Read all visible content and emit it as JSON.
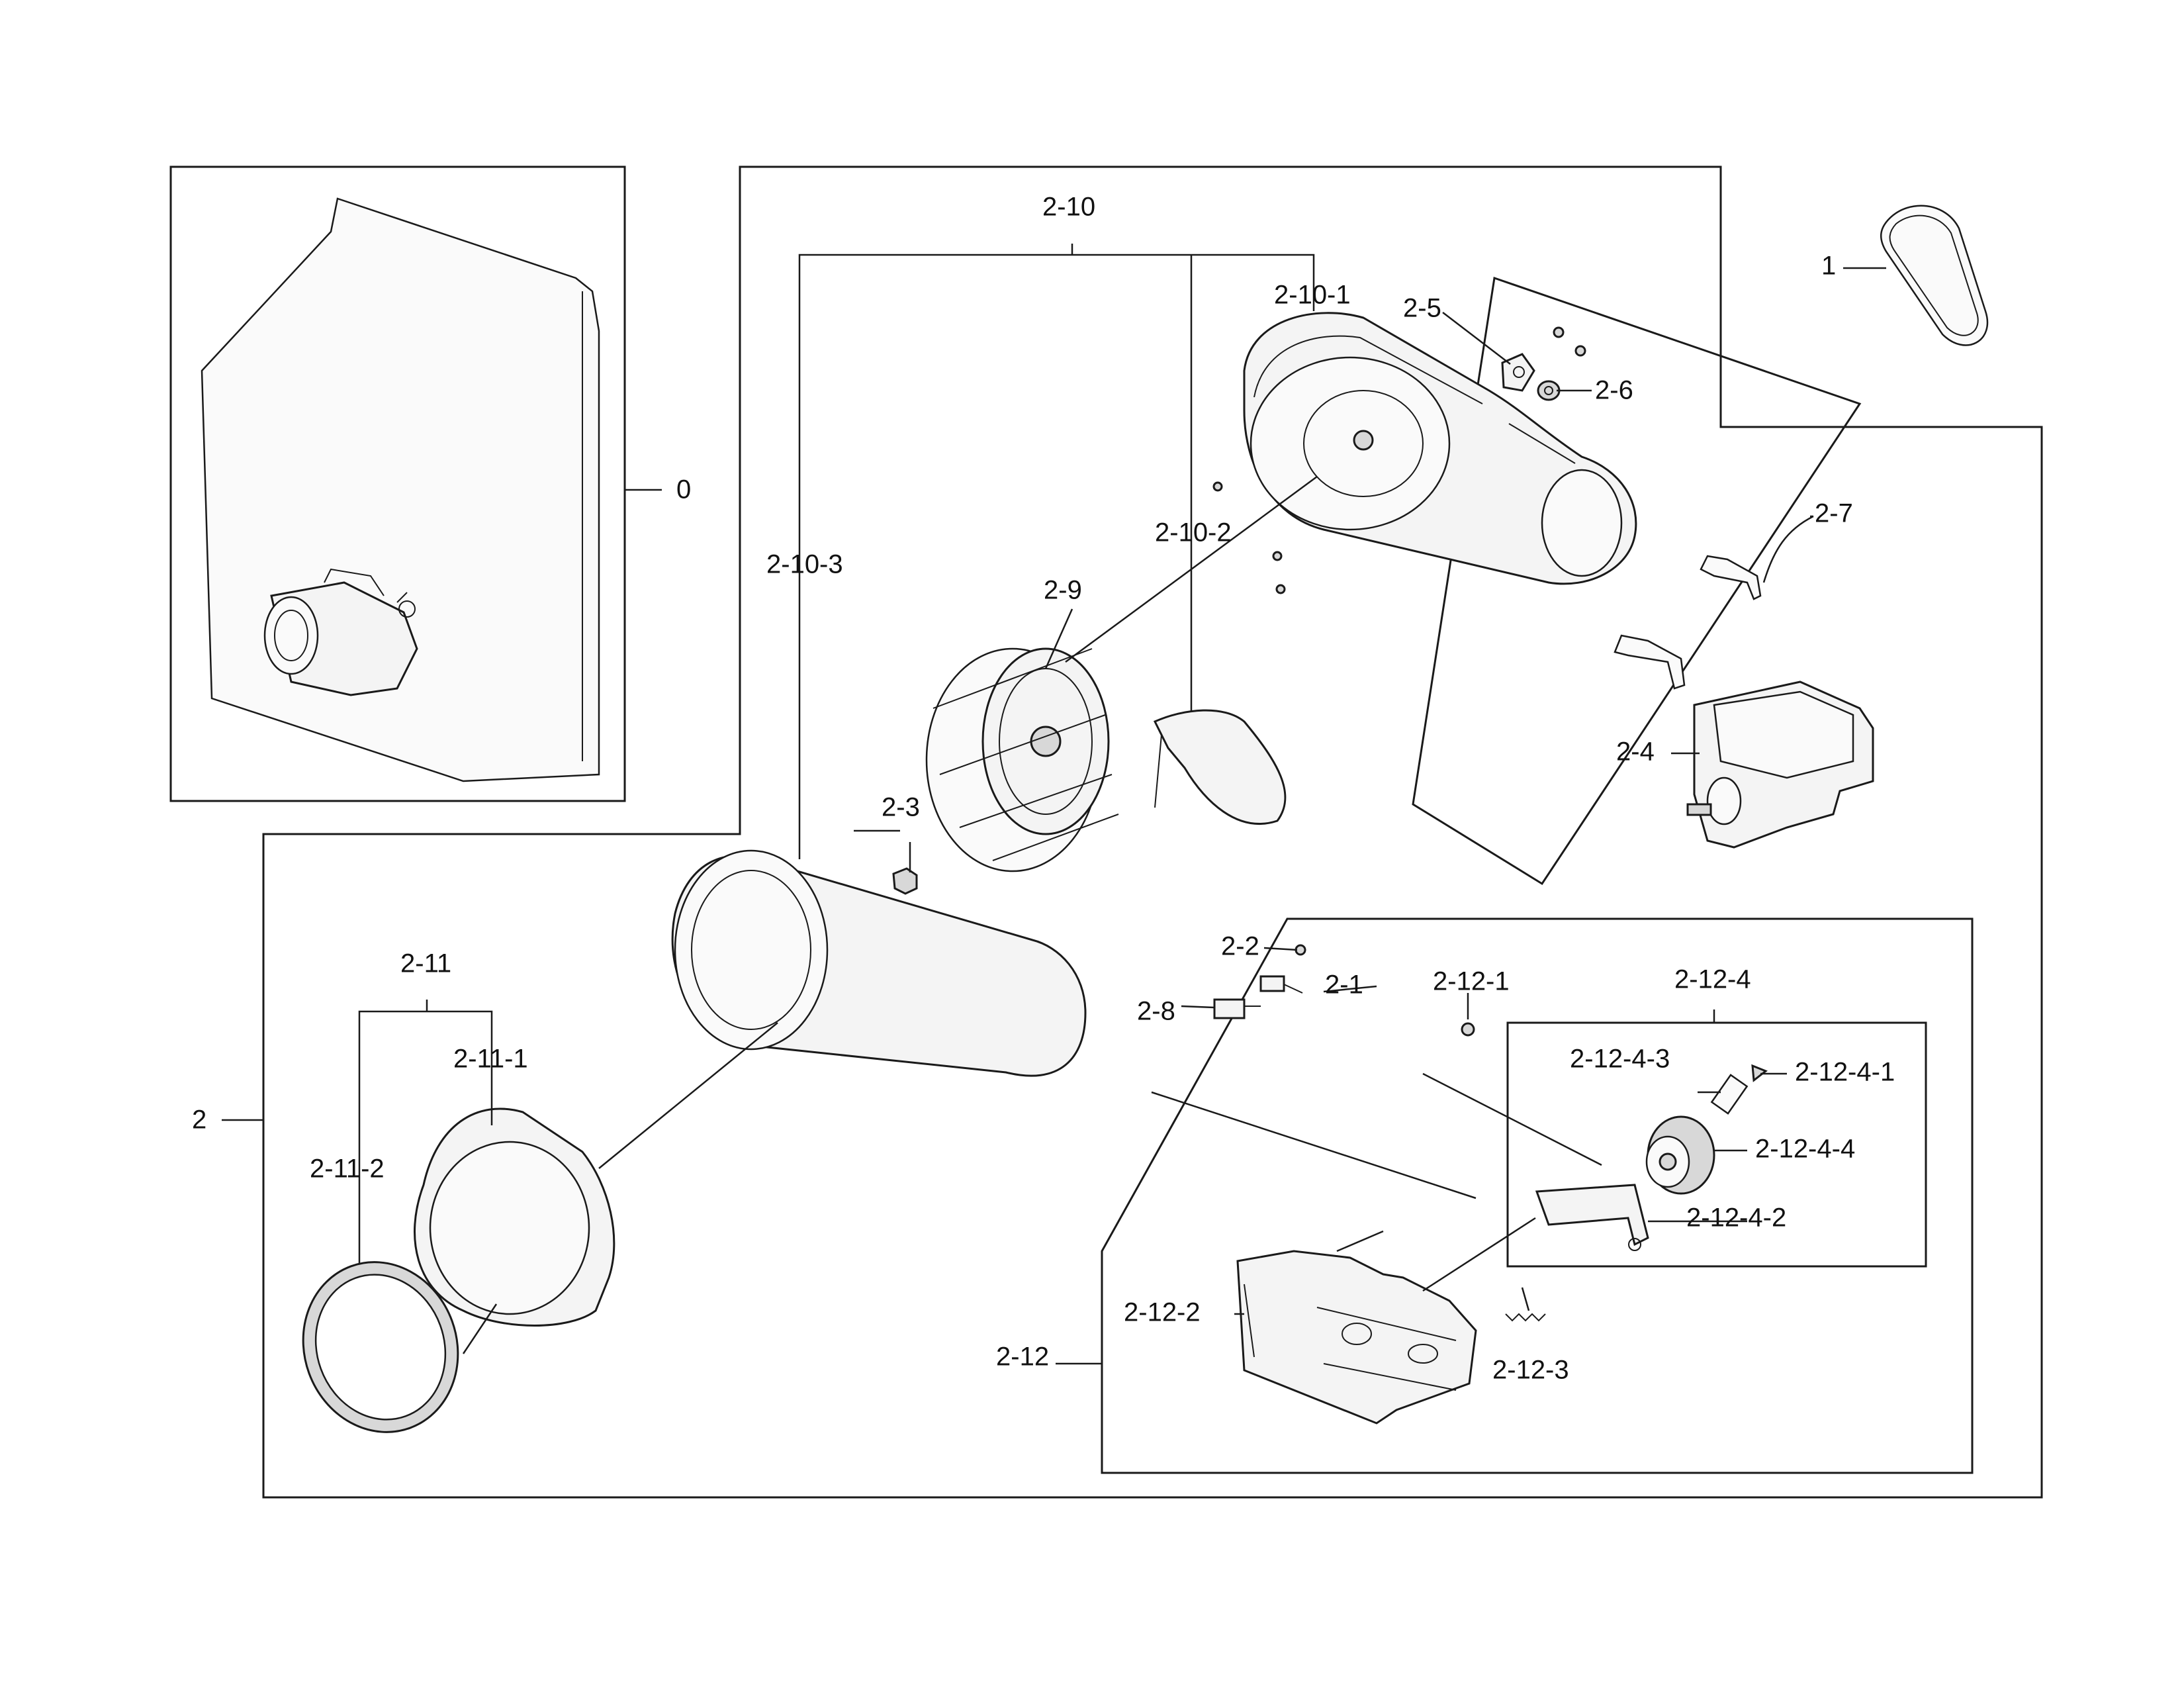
{
  "labels": {
    "l_0": "0",
    "l_1": "1",
    "l_2": "2",
    "l_2_1": "2-1",
    "l_2_2": "2-2",
    "l_2_3": "2-3",
    "l_2_4": "2-4",
    "l_2_5": "2-5",
    "l_2_6": "2-6",
    "l_2_7": "2-7",
    "l_2_8": "2-8",
    "l_2_9": "2-9",
    "l_2_10": "2-10",
    "l_2_10_1": "2-10-1",
    "l_2_10_2": "2-10-2",
    "l_2_10_3": "2-10-3",
    "l_2_11": "2-11",
    "l_2_11_1": "2-11-1",
    "l_2_11_2": "2-11-2",
    "l_2_12": "2-12",
    "l_2_12_1": "2-12-1",
    "l_2_12_2": "2-12-2",
    "l_2_12_3": "2-12-3",
    "l_2_12_4": "2-12-4",
    "l_2_12_4_1": "2-12-4-1",
    "l_2_12_4_2": "2-12-4-2",
    "l_2_12_4_3": "2-12-4-3",
    "l_2_12_4_4": "2-12-4-4"
  }
}
